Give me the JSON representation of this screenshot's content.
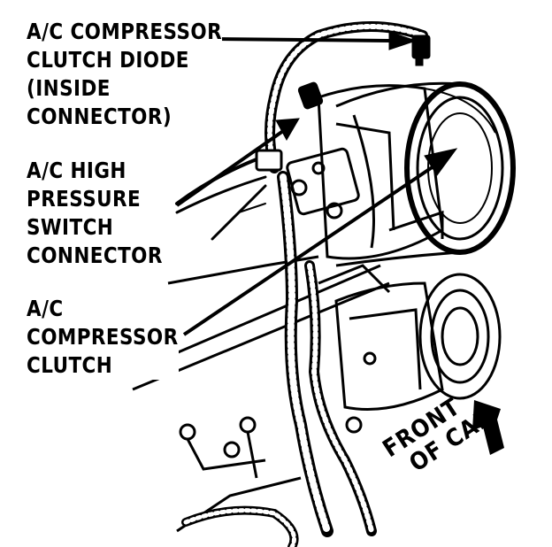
{
  "callouts": [
    {
      "lines": [
        "A/C COMPRESSOR",
        "CLUTCH DIODE",
        "(INSIDE",
        "CONNECTOR)"
      ]
    },
    {
      "lines": [
        "A/C HIGH",
        "PRESSURE",
        "SWITCH",
        "CONNECTOR"
      ]
    },
    {
      "lines": [
        "A/C",
        "COMPRESSOR",
        "CLUTCH"
      ]
    }
  ],
  "direction_label": {
    "lines": [
      "FRONT",
      "OF CAR"
    ]
  },
  "colors": {
    "ink": "#000000",
    "paper": "#ffffff"
  }
}
